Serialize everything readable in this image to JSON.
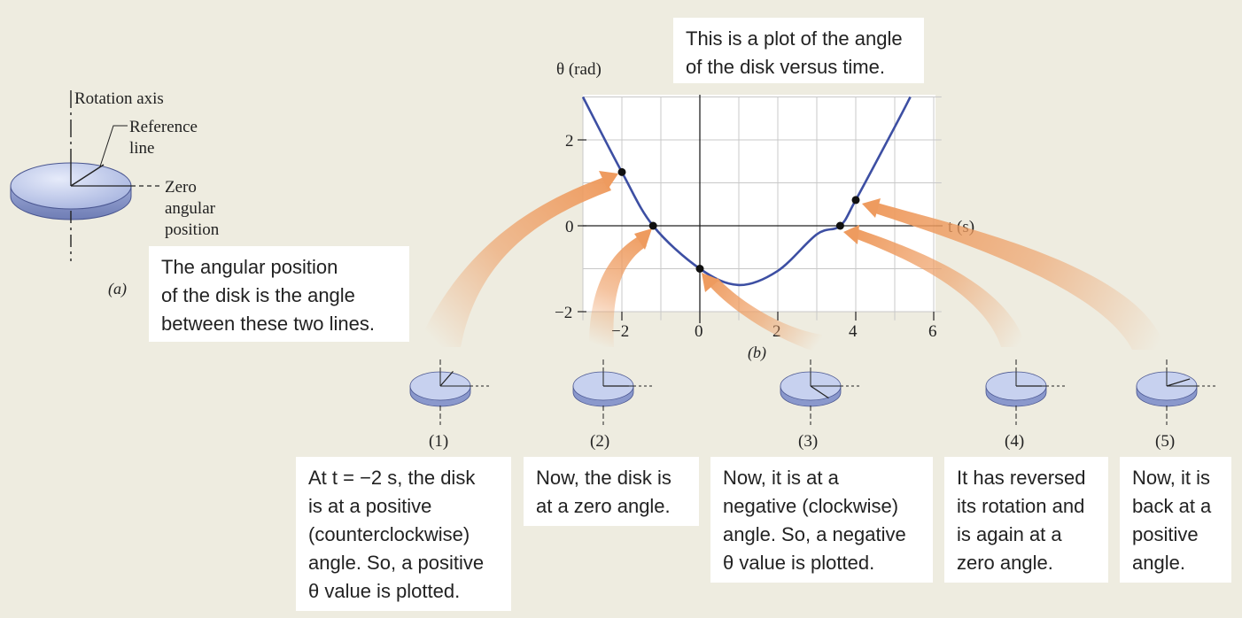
{
  "part_a": {
    "rotation_axis": "Rotation axis",
    "reference_line": [
      "Reference",
      "line"
    ],
    "zero_position": [
      "Zero",
      "angular",
      "position"
    ],
    "label": "(a)"
  },
  "graph": {
    "y_axis_label": "θ (rad)",
    "x_axis_label": "t (s)",
    "y_ticks": [
      "2",
      "0",
      "−2"
    ],
    "x_ticks": [
      "−2",
      "0",
      "2",
      "4",
      "6"
    ],
    "label": "(b)"
  },
  "chart_data": {
    "type": "line",
    "series": [
      {
        "x": [
          -3,
          -2,
          -1.2,
          0,
          1,
          2,
          3,
          3.6,
          4,
          5,
          5.4
        ],
        "values": [
          3.0,
          1.25,
          0.0,
          -1.0,
          -1.38,
          -1.05,
          -0.2,
          0.0,
          0.6,
          2.3,
          3.0
        ]
      }
    ],
    "marked_points": [
      {
        "x": -2,
        "y": 1.25
      },
      {
        "x": -1.2,
        "y": 0
      },
      {
        "x": 0,
        "y": -1
      },
      {
        "x": 3.6,
        "y": 0
      },
      {
        "x": 4,
        "y": 0.6
      }
    ],
    "xlim": [
      -3,
      6.2
    ],
    "ylim": [
      -2.2,
      3.0
    ],
    "xlabel": "t (s)",
    "ylabel": "θ (rad)",
    "grid": true
  },
  "callouts": {
    "plot_note": [
      "This is a plot of the angle",
      "of the disk versus time."
    ],
    "angle_note": [
      "The angular position",
      "of the disk is the angle",
      "between these two lines."
    ]
  },
  "disks": [
    {
      "label": "(1)",
      "text": [
        "At t = −2 s, the disk",
        "is at a positive",
        "(counterclockwise)",
        "angle. So, a positive",
        "θ value is plotted."
      ]
    },
    {
      "label": "(2)",
      "text": [
        "Now, the disk is",
        "at a zero angle."
      ]
    },
    {
      "label": "(3)",
      "text": [
        "Now, it is at a",
        "negative (clockwise)",
        "angle. So, a negative",
        "θ value is plotted."
      ]
    },
    {
      "label": "(4)",
      "text": [
        "It has reversed",
        "its rotation and",
        "is again at a",
        "zero angle."
      ]
    },
    {
      "label": "(5)",
      "text": [
        "Now, it is",
        "back at a",
        "positive",
        "angle."
      ]
    }
  ],
  "colors": {
    "background": "#eeece0",
    "curve": "#3d4fa3",
    "arrow": "#ee9b5f",
    "disk_top": "#c7d1ef",
    "grid": "#c8c8c8"
  }
}
